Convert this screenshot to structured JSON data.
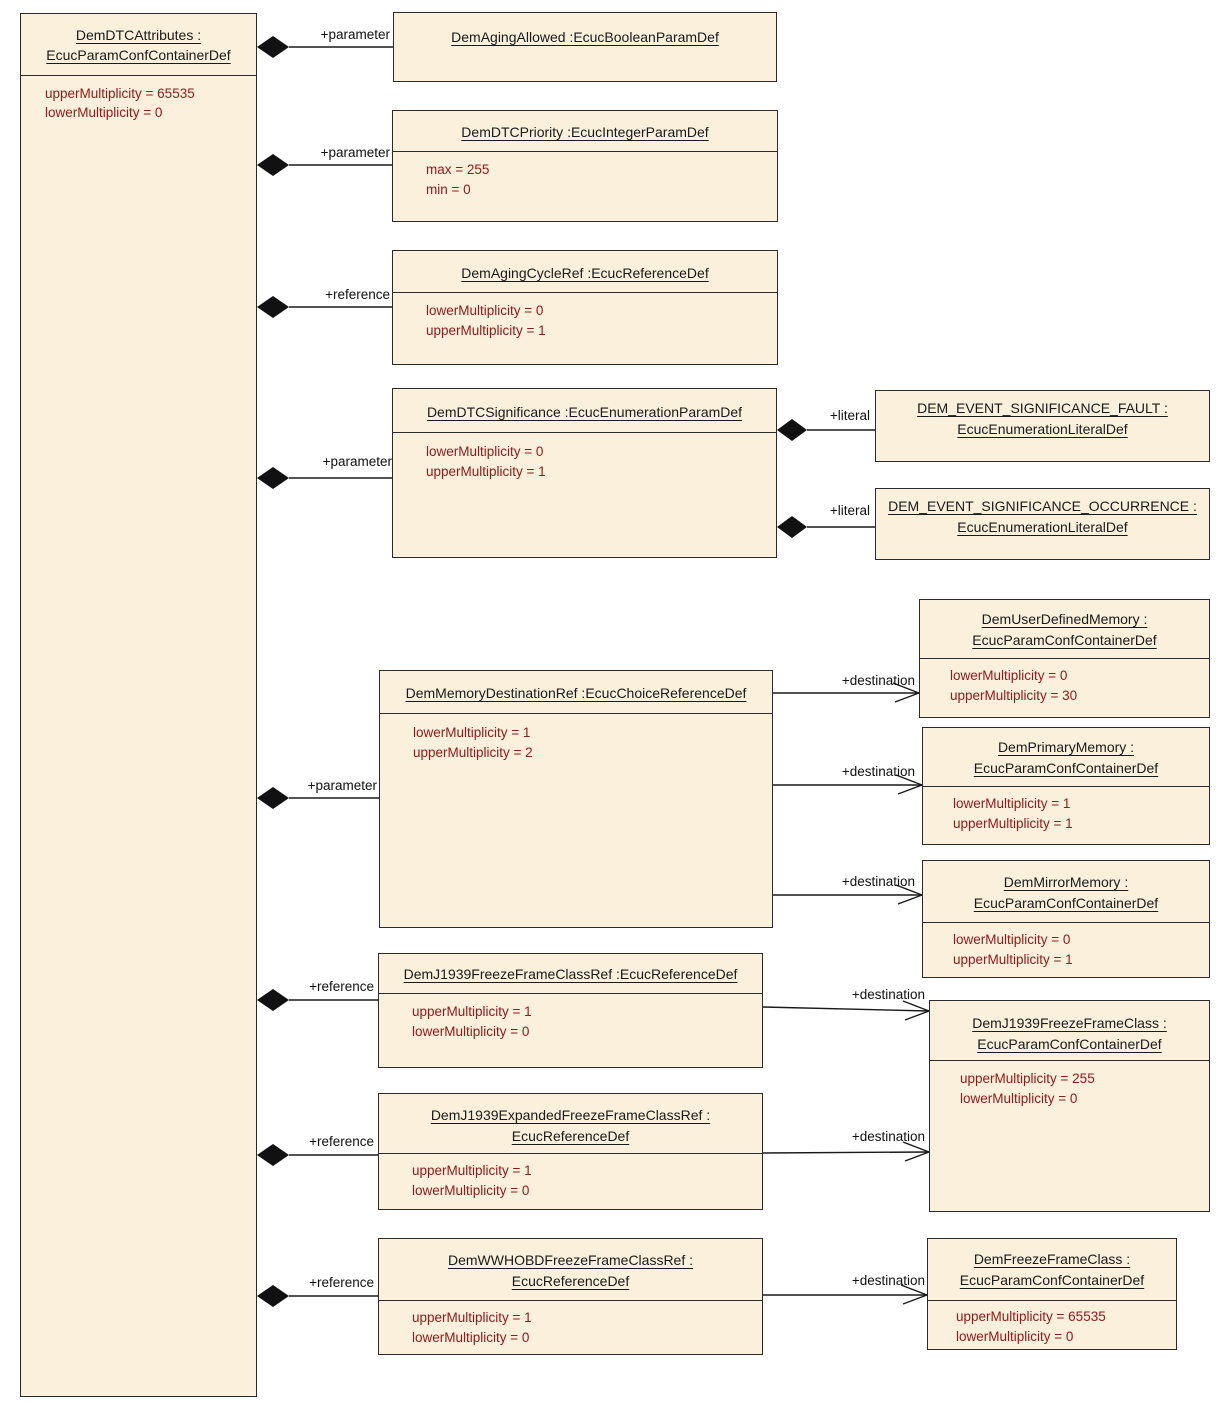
{
  "labels": {
    "parameter": "+parameter",
    "reference": "+reference",
    "literal": "+literal",
    "destination": "+destination"
  },
  "container": {
    "title_lines": [
      "DemDTCAttributes :",
      "EcucParamConfContainerDef"
    ],
    "attrs": [
      "upperMultiplicity = 65535",
      "lowerMultiplicity = 0"
    ]
  },
  "boxes": {
    "aging_allowed": {
      "title_lines": [
        "DemAgingAllowed :EcucBooleanParamDef"
      ],
      "attrs": []
    },
    "dtc_priority": {
      "title_lines": [
        "DemDTCPriority :EcucIntegerParamDef"
      ],
      "attrs": [
        "max = 255",
        "min = 0"
      ]
    },
    "aging_cycle_ref": {
      "title_lines": [
        "DemAgingCycleRef :EcucReferenceDef"
      ],
      "attrs": [
        "lowerMultiplicity = 0",
        "upperMultiplicity = 1"
      ]
    },
    "dtc_significance": {
      "title_lines": [
        "DemDTCSignificance :EcucEnumerationParamDef"
      ],
      "attrs": [
        "lowerMultiplicity = 0",
        "upperMultiplicity = 1"
      ]
    },
    "literal_fault": {
      "title_lines": [
        "DEM_EVENT_SIGNIFICANCE_FAULT :",
        "EcucEnumerationLiteralDef"
      ],
      "attrs": []
    },
    "literal_occurrence": {
      "title_lines": [
        "DEM_EVENT_SIGNIFICANCE_OCCURRENCE :",
        "EcucEnumerationLiteralDef"
      ],
      "attrs": []
    },
    "mem_dest_ref": {
      "title_lines": [
        "DemMemoryDestinationRef :EcucChoiceReferenceDef"
      ],
      "attrs": [
        "lowerMultiplicity = 1",
        "upperMultiplicity = 2"
      ]
    },
    "user_defined_memory": {
      "title_lines": [
        "DemUserDefinedMemory :",
        "EcucParamConfContainerDef"
      ],
      "attrs": [
        "lowerMultiplicity = 0",
        "upperMultiplicity = 30"
      ]
    },
    "primary_memory": {
      "title_lines": [
        "DemPrimaryMemory :",
        "EcucParamConfContainerDef"
      ],
      "attrs": [
        "lowerMultiplicity = 1",
        "upperMultiplicity = 1"
      ]
    },
    "mirror_memory": {
      "title_lines": [
        "DemMirrorMemory :",
        "EcucParamConfContainerDef"
      ],
      "attrs": [
        "lowerMultiplicity = 0",
        "upperMultiplicity = 1"
      ]
    },
    "j1939_ff_class_ref": {
      "title_lines": [
        "DemJ1939FreezeFrameClassRef :EcucReferenceDef"
      ],
      "attrs": [
        "upperMultiplicity = 1",
        "lowerMultiplicity = 0"
      ]
    },
    "j1939_ff_class": {
      "title_lines": [
        "DemJ1939FreezeFrameClass :",
        "EcucParamConfContainerDef"
      ],
      "attrs": [
        "upperMultiplicity = 255",
        "lowerMultiplicity = 0"
      ]
    },
    "j1939_expanded_ref": {
      "title_lines": [
        "DemJ1939ExpandedFreezeFrameClassRef :",
        "EcucReferenceDef"
      ],
      "attrs": [
        "upperMultiplicity = 1",
        "lowerMultiplicity = 0"
      ]
    },
    "wwhobd_ref": {
      "title_lines": [
        "DemWWHOBDFreezeFrameClassRef :",
        "EcucReferenceDef"
      ],
      "attrs": [
        "upperMultiplicity = 1",
        "lowerMultiplicity = 0"
      ]
    },
    "freeze_frame_class": {
      "title_lines": [
        "DemFreezeFrameClass :",
        "EcucParamConfContainerDef"
      ],
      "attrs": [
        "upperMultiplicity = 65535",
        "lowerMultiplicity = 0"
      ]
    }
  }
}
